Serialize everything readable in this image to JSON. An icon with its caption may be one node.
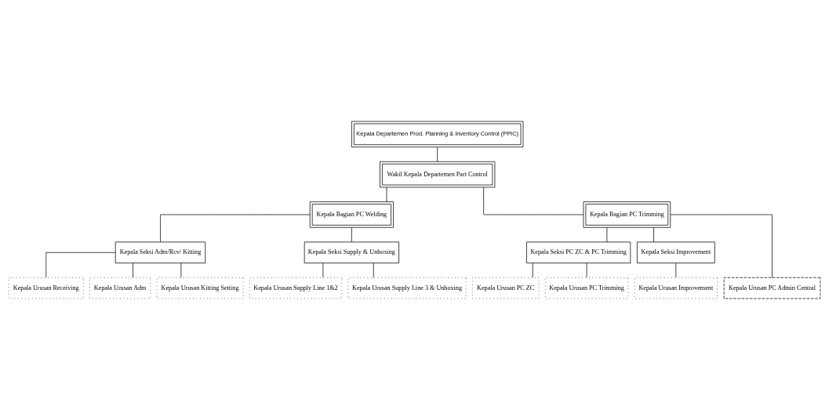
{
  "diagram": {
    "nodes": [
      {
        "text": [
          "Kepala Departemen Prod. Planning & Inventory Control (PPIC)"
        ]
      },
      {
        "text": [
          "Wakil Kepala Departemen Part Control"
        ]
      },
      {
        "text": [
          "Kepala Bagian PC Welding"
        ]
      },
      {
        "text": [
          "Kepala Bagian PC Trimming"
        ]
      },
      {
        "text": [
          "Kepala Seksi Adm/Rcv/ Kitting"
        ]
      },
      {
        "text": [
          "Kepala Seksi Supply & Unboxing"
        ]
      },
      {
        "text": [
          "Kepala Seksi PC ZC & PC Trimming"
        ]
      },
      {
        "text": [
          "Kepala Seksi Improvement"
        ]
      },
      {
        "text": [
          "Kepala Urusan Receiving"
        ]
      },
      {
        "text": [
          "Kepala Urusan Adm"
        ]
      },
      {
        "text": [
          "Kepala Urusan Kitting Setting"
        ]
      },
      {
        "text": [
          "Kepala Urusan Supply Line 1&2"
        ]
      },
      {
        "text": [
          "Kepala Urusan Supply Line 3 & Unboxing"
        ]
      },
      {
        "text": [
          "Kepala Urusan PC ZC"
        ]
      },
      {
        "text": [
          "Kepala Urusan PC Trimming"
        ]
      },
      {
        "text": [
          "Kepala Urusan Improvement"
        ]
      },
      {
        "text": [
          "Kepala Urusan PC Admin Central"
        ]
      }
    ],
    "edges": [
      {
        "from": 0,
        "to": 1,
        "arrow": "none"
      },
      {
        "from": 1,
        "to": 2,
        "arrow": "none"
      },
      {
        "from": 1,
        "to": 3,
        "arrow": "none"
      },
      {
        "from": 2,
        "to": 4,
        "arrow": "none"
      },
      {
        "from": 2,
        "to": 5,
        "arrow": "none"
      },
      {
        "from": 3,
        "to": 6,
        "arrow": "none"
      },
      {
        "from": 3,
        "to": 7,
        "arrow": "none"
      },
      {
        "from": 3,
        "to": 16,
        "arrow": "none"
      },
      {
        "from": 4,
        "to": 8,
        "arrow": "none"
      },
      {
        "from": 4,
        "to": 9,
        "arrow": "none"
      },
      {
        "from": 4,
        "to": 10,
        "arrow": "none"
      },
      {
        "from": 5,
        "to": 11,
        "arrow": "none"
      },
      {
        "from": 5,
        "to": 12,
        "arrow": "none"
      },
      {
        "from": 6,
        "to": 13,
        "arrow": "none"
      },
      {
        "from": 6,
        "to": 14,
        "arrow": "none"
      },
      {
        "from": 7,
        "to": 15,
        "arrow": "none"
      }
    ]
  }
}
